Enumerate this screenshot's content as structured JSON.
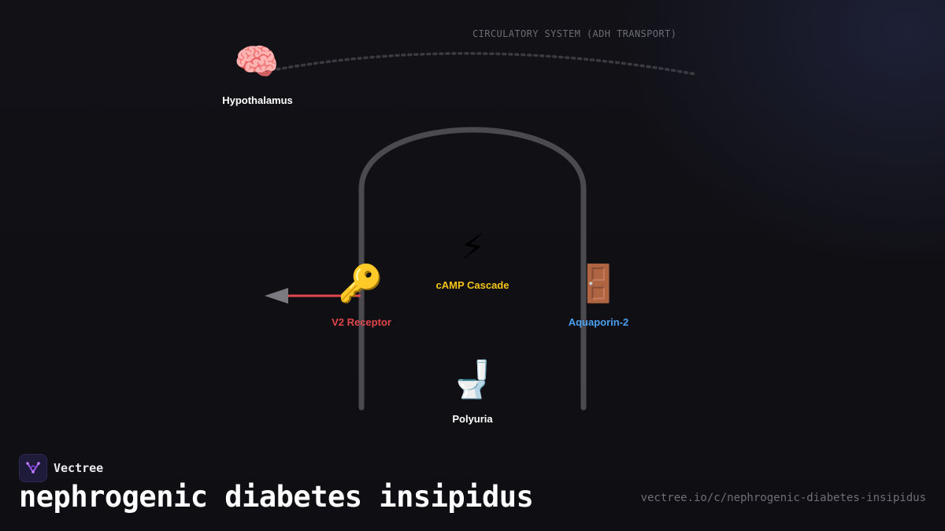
{
  "circulation": {
    "label": "CIRCULATORY SYSTEM (ADH TRANSPORT)"
  },
  "nodes": {
    "hypothalamus": {
      "emoji": "🧠",
      "label": "Hypothalamus"
    },
    "v2_receptor": {
      "emoji": "🔑",
      "label": "V2 Receptor"
    },
    "camp": {
      "emoji": "⚡",
      "label": "cAMP Cascade"
    },
    "aquaporin": {
      "emoji": "🚪",
      "label": "Aquaporin-2"
    },
    "polyuria": {
      "emoji": "🚽",
      "label": "Polyuria"
    }
  },
  "colors": {
    "accent_red": "#e0464a",
    "accent_yellow": "#f5c518",
    "accent_blue": "#4a9ff0",
    "label_white": "#ffffff",
    "tubule": "#4a4a4f"
  },
  "footer": {
    "brand": "Vectree",
    "title": "nephrogenic diabetes insipidus",
    "url": "vectree.io/c/nephrogenic-diabetes-insipidus"
  }
}
